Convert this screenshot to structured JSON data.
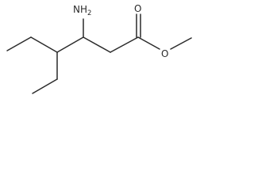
{
  "molecule": {
    "amine_label": "NH",
    "amine_subscript": "2",
    "carbonyl_oxygen_label": "O",
    "ester_oxygen_label": "O",
    "colors": {
      "bond": "#2a2a2a",
      "text": "#2a2a2a",
      "background": "#ffffff"
    }
  }
}
